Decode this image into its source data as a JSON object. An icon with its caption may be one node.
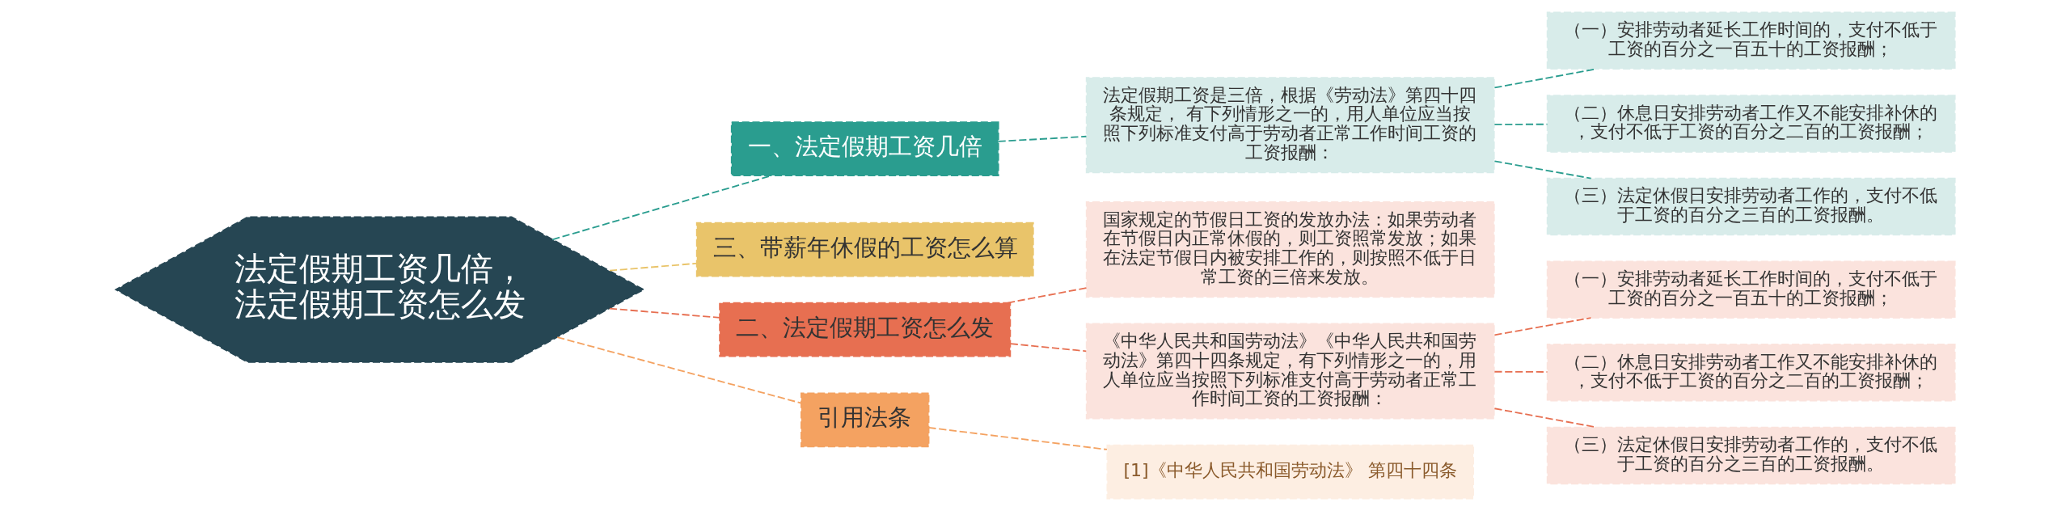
{
  "diagram": {
    "nodes": [
      {
        "text": [
          "法定假期工资几倍，法定假期工资怎么发"
        ]
      },
      {
        "text": [
          "一、法定假期工资几倍"
        ]
      },
      {
        "text": [
          "法定假期工资是三倍，根据《劳动法》第四十四条规定， 有下列情形之一的，用人单位应当按照下列标准支付高于劳动者正常工作时间工资的工资报酬："
        ]
      },
      {
        "text": [
          "（一）安排劳动者延长工作时间的，支付不低于工资的百分之一百五十的工资报酬；"
        ]
      },
      {
        "text": [
          "（二）休息日安排劳动者工作又不能安排补休的，支付不低于工资的百分之二百的工资报酬；"
        ]
      },
      {
        "text": [
          "（三）法定休假日安排劳动者工作的，支付不低于工资的百分之三百的工资报酬。"
        ]
      },
      {
        "text": [
          "三、带薪年休假的工资怎么算"
        ]
      },
      {
        "text": [
          "二、法定假期工资怎么发"
        ]
      },
      {
        "text": [
          "国家规定的节假日工资的发放办法：如果劳动者在节假日内正常休假的，则工资照常发放；如果在法定节假日内被安排工作的，则按照不低于日常工资的三倍来发放。"
        ]
      },
      {
        "text": [
          "《中华人民共和国劳动法》《中华人民共和国劳动法》第四十四条规定，有下列情形之一的，用人单位应当按照下列标准支付高于劳动者正常工作时间工资的工资报酬："
        ]
      },
      {
        "text": [
          "（一）安排劳动者延长工作时间的，支付不低于工资的百分之一百五十的工资报酬；"
        ]
      },
      {
        "text": [
          "（二）休息日安排劳动者工作又不能安排补休的，支付不低于工资的百分之二百的工资报酬；"
        ]
      },
      {
        "text": [
          "（三）法定休假日安排劳动者工作的，支付不低于工资的百分之三百的工资报酬。"
        ]
      },
      {
        "text": [
          "引用法条"
        ]
      },
      {
        "text": [
          "[1]《中华人民共和国劳动法》 第四十四条"
        ]
      }
    ],
    "edges": [
      {
        "from": 0,
        "to": 1,
        "arrow": "none",
        "style": "dashed",
        "color": "#2a9d8f"
      },
      {
        "from": 1,
        "to": 2,
        "arrow": "none",
        "style": "dashed",
        "color": "#2a9d8f"
      },
      {
        "from": 2,
        "to": 3,
        "arrow": "none",
        "style": "dashed",
        "color": "#2a9d8f"
      },
      {
        "from": 2,
        "to": 4,
        "arrow": "none",
        "style": "dashed",
        "color": "#2a9d8f"
      },
      {
        "from": 2,
        "to": 5,
        "arrow": "none",
        "style": "dashed",
        "color": "#2a9d8f"
      },
      {
        "from": 0,
        "to": 6,
        "arrow": "none",
        "style": "dashed",
        "color": "#e9c46a"
      },
      {
        "from": 0,
        "to": 7,
        "arrow": "none",
        "style": "dashed",
        "color": "#e76f51"
      },
      {
        "from": 7,
        "to": 8,
        "arrow": "none",
        "style": "dashed",
        "color": "#e76f51"
      },
      {
        "from": 7,
        "to": 9,
        "arrow": "none",
        "style": "dashed",
        "color": "#e76f51"
      },
      {
        "from": 9,
        "to": 10,
        "arrow": "none",
        "style": "dashed",
        "color": "#e76f51"
      },
      {
        "from": 9,
        "to": 11,
        "arrow": "none",
        "style": "dashed",
        "color": "#e76f51"
      },
      {
        "from": 9,
        "to": 12,
        "arrow": "none",
        "style": "dashed",
        "color": "#e76f51"
      },
      {
        "from": 0,
        "to": 13,
        "arrow": "none",
        "style": "dashed",
        "color": "#f4a261"
      },
      {
        "from": 13,
        "to": 14,
        "arrow": "none",
        "style": "dashed",
        "color": "#f4a261"
      }
    ]
  }
}
